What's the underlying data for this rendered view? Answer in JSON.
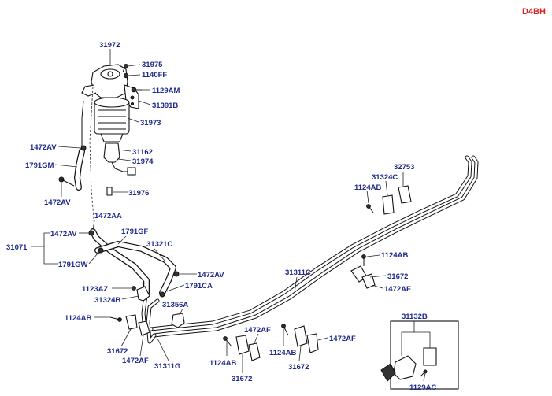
{
  "diagram": {
    "code": "D4BH",
    "labels": {
      "p31972": "31972",
      "p31975": "31975",
      "p1140FF": "1140FF",
      "p1129AM": "1129AM",
      "p31391B": "31391B",
      "p31973": "31973",
      "p1472AV_a": "1472AV",
      "p1791GM": "1791GM",
      "p1472AV_b": "1472AV",
      "p31162": "31162",
      "p31974": "31974",
      "p31976": "31976",
      "p1472AA": "1472AA",
      "p1472AV_c": "1472AV",
      "p31071": "31071",
      "p1791GF": "1791GF",
      "p31321C": "31321C",
      "p1791GW": "1791GW",
      "p1472AV_d": "1472AV",
      "p1791CA": "1791CA",
      "p1123AZ": "1123AZ",
      "p31324B": "31324B",
      "p31356A": "31356A",
      "p1124AB_a": "1124AB",
      "p31672_a": "31672",
      "p1472AF_a": "1472AF",
      "p31311G": "31311G",
      "p31311C": "31311C",
      "p1124AB_b": "1124AB",
      "p31672_b": "31672",
      "p1472AF_b": "1472AF",
      "p1124AB_c": "1124AB",
      "p31672_c": "31672",
      "p1472AF_c": "1472AF",
      "p1124AB_d": "1124AB",
      "p31324C": "31324C",
      "p32753": "32753",
      "p1124AB_e": "1124AB",
      "p31672_d": "31672",
      "p1472AF_d": "1472AF",
      "p31132B": "31132B",
      "p1129AC": "1129AC"
    }
  }
}
